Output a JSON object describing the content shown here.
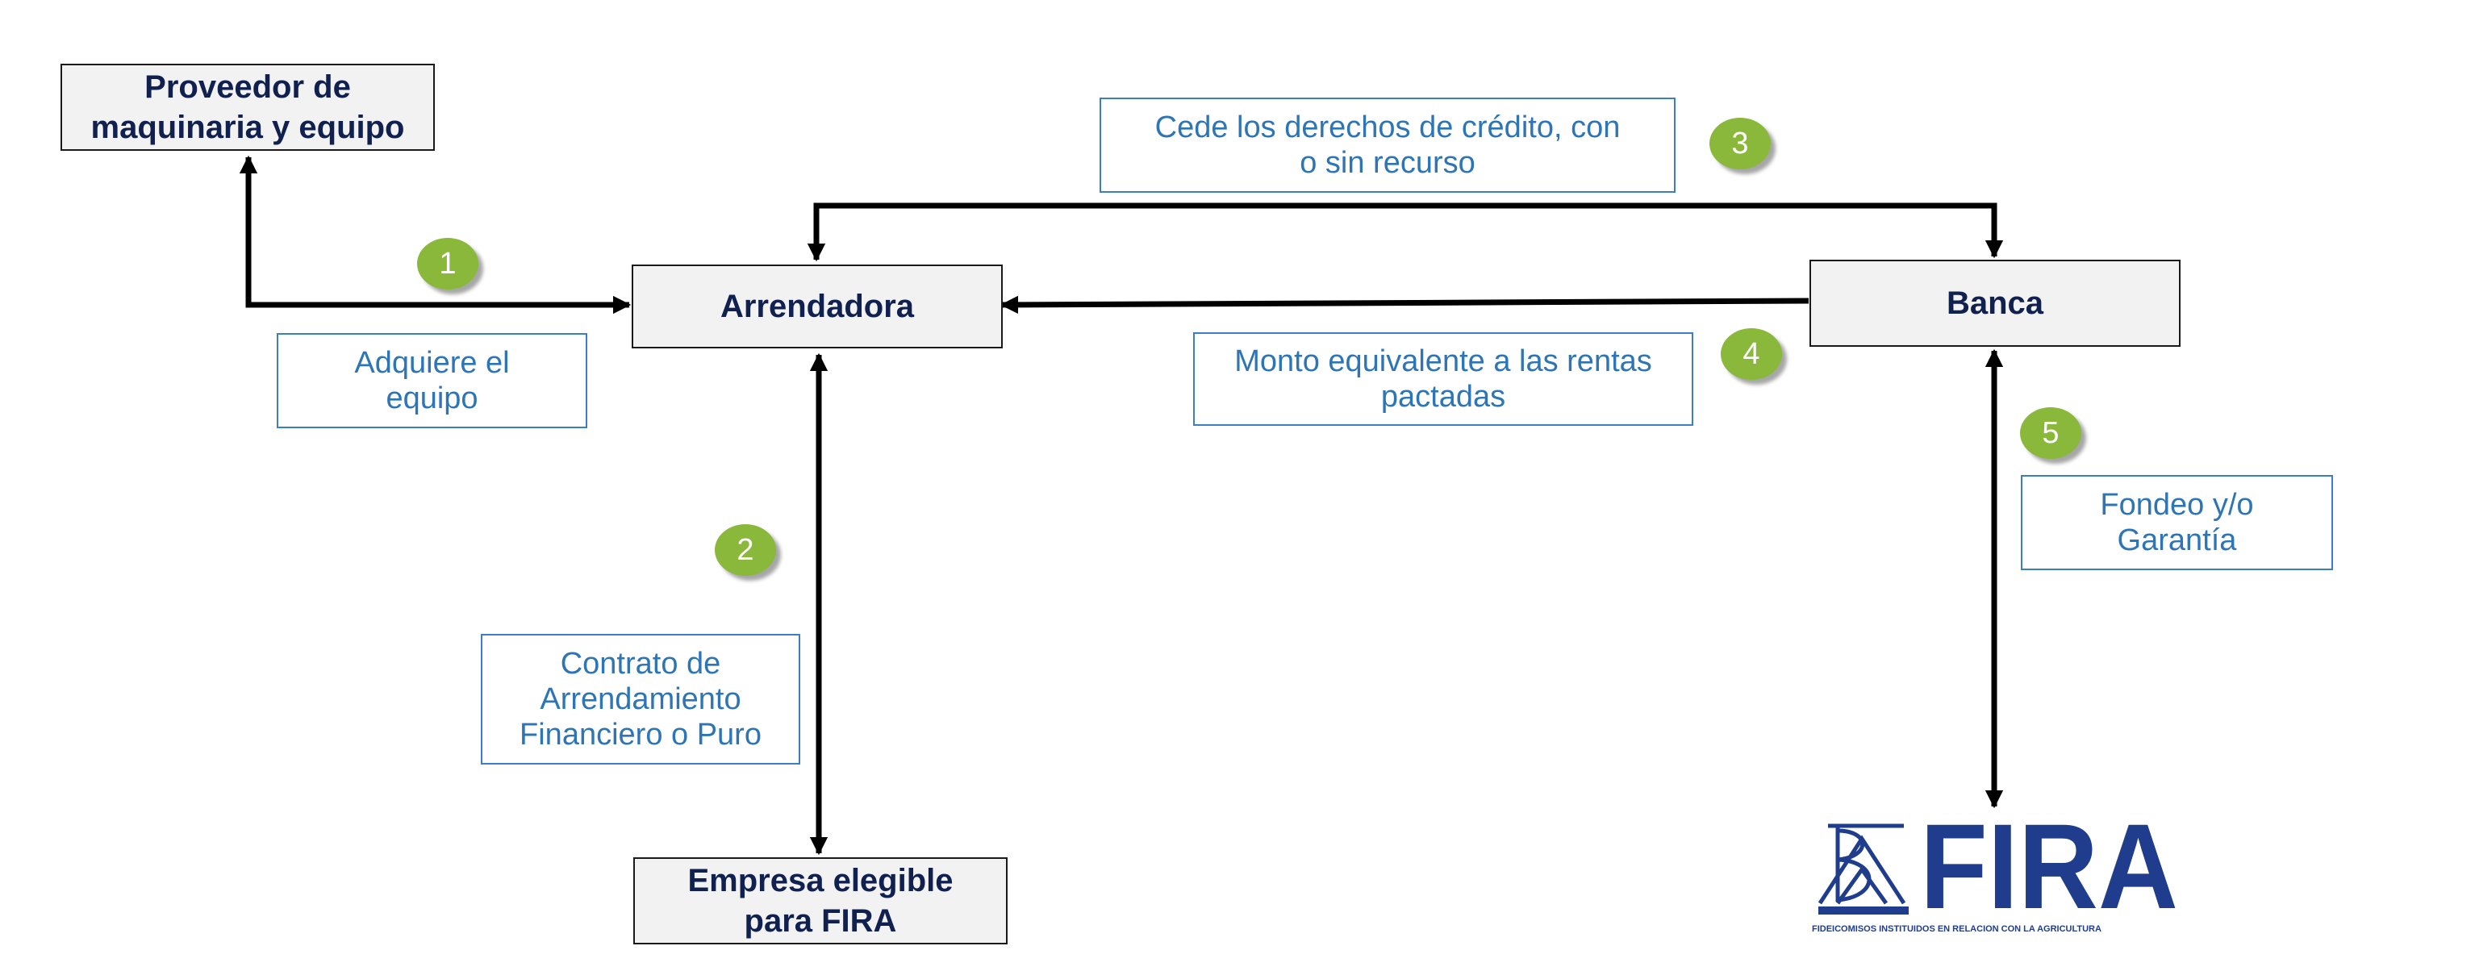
{
  "colors": {
    "node_text": "#10204f",
    "node_fill": "#f2f2f2",
    "label_text": "#2e75b6",
    "label_border": "#3d7cc9",
    "badge_fill": "#8ab83a",
    "badge_text": "#ffffff",
    "arrow": "#000000",
    "logo_blue": "#1f3d8c"
  },
  "nodes": {
    "proveedor": "Proveedor de\nmaquinaria y equipo",
    "arrendadora": "Arrendadora",
    "banca": "Banca",
    "empresa": "Empresa elegible\npara FIRA"
  },
  "labels": {
    "adquiere": "Adquiere el\nequipo",
    "cede": "Cede los derechos de crédito, con\no sin recurso",
    "monto": "Monto equivalente a las rentas\npactadas",
    "contrato": "Contrato de\nArrendamiento\nFinanciero o  Puro",
    "fondeo": "Fondeo y/o\nGarantía"
  },
  "steps": [
    "1",
    "2",
    "3",
    "4",
    "5"
  ],
  "logo": {
    "name": "FIRA",
    "tagline": "FIDEICOMISOS INSTITUIDOS EN RELACION CON LA AGRICULTURA",
    "icon": "fira-monogram-icon"
  }
}
